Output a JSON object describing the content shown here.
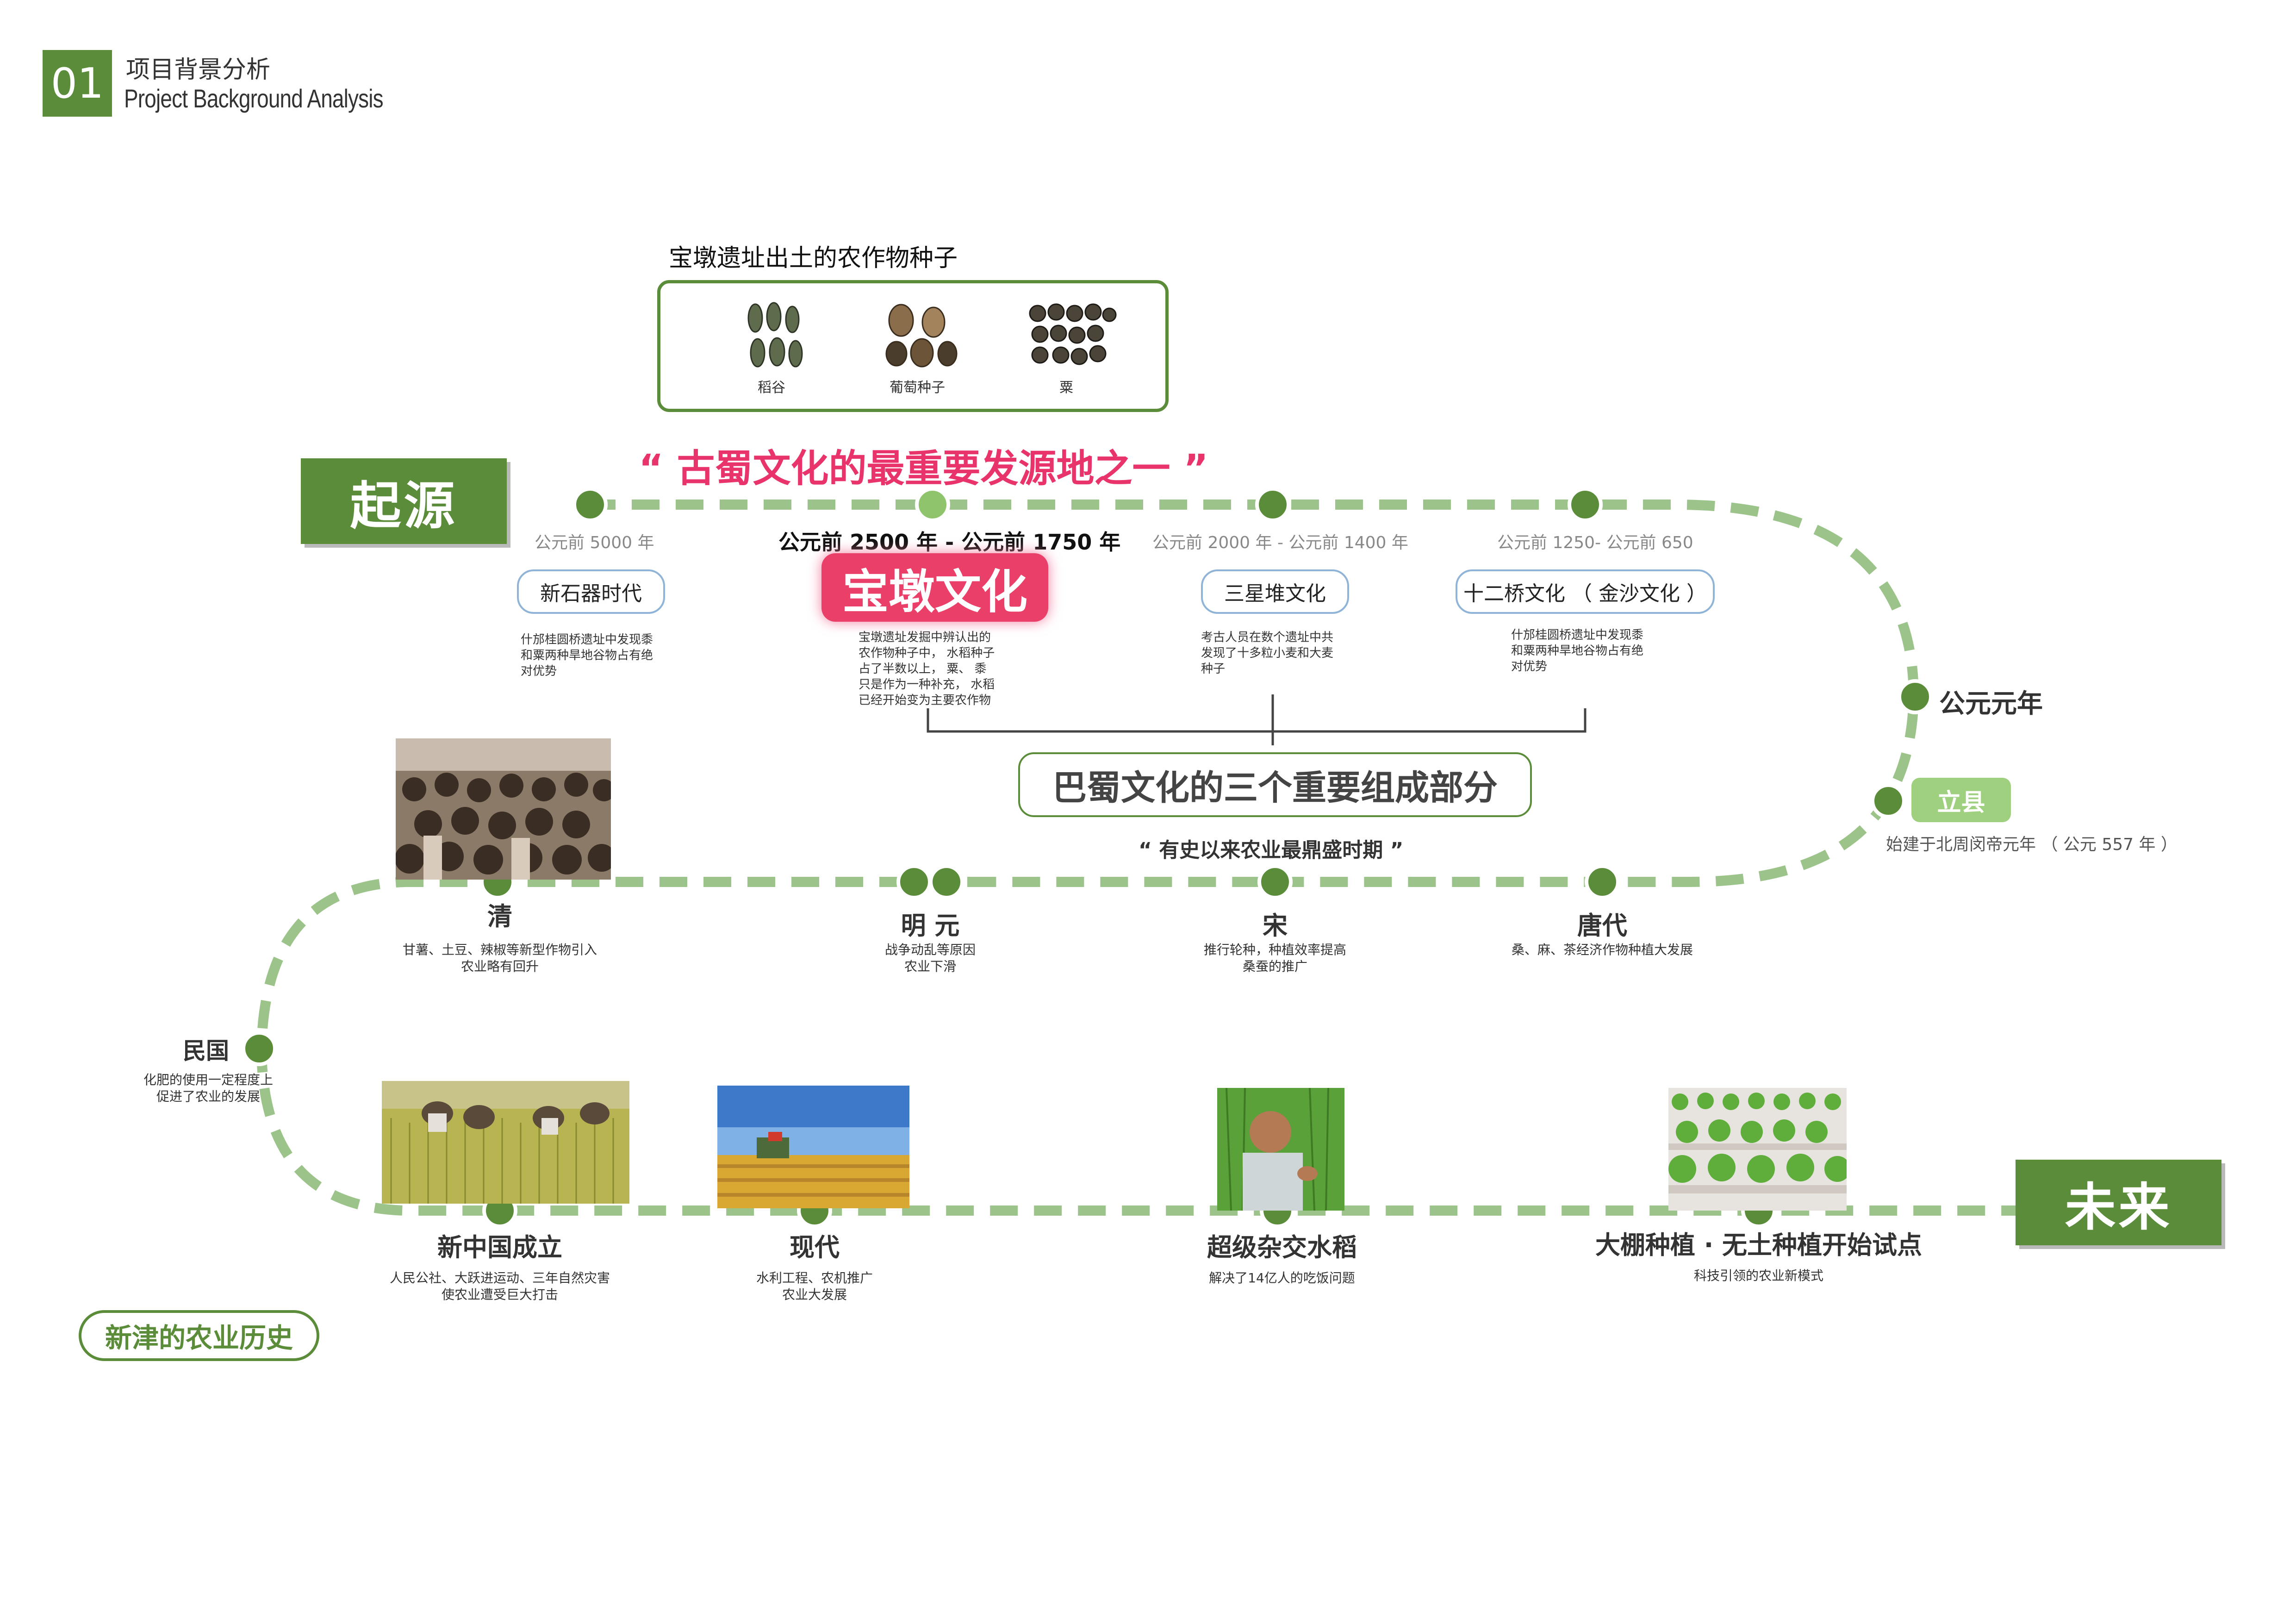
{
  "header": {
    "section_number": "01",
    "title_cn": "项目背景分析",
    "title_en": "Project Background Analysis"
  },
  "seeds": {
    "title": "宝墩遗址出土的农作物种子",
    "items": [
      {
        "label": "稻谷"
      },
      {
        "label": "葡萄种子"
      },
      {
        "label": "粟"
      }
    ]
  },
  "origin_label": "起源",
  "future_label": "未来",
  "slogan": "“ 古蜀文化的最重要发源地之一 ”",
  "eras": [
    {
      "date": "公元前 5000 年",
      "name": "新石器时代",
      "desc": [
        "什邡桂圆桥遗址中发现黍",
        "和粟两种旱地谷物占有绝",
        "对优势"
      ]
    },
    {
      "date": "公元前 2500 年 - 公元前 1750 年",
      "name": "宝墩文化",
      "desc": [
        "宝墩遗址发掘中辨认出的",
        "农作物种子中， 水稻种子",
        "占了半数以上，  粟、 黍",
        "只是作为一种补充，  水稻",
        "已经开始变为主要农作物"
      ]
    },
    {
      "date": "公元前 2000 年 - 公元前 1400 年",
      "name": "三星堆文化",
      "desc": [
        "考古人员在数个遗址中共",
        "发现了十多粒小麦和大麦",
        "种子"
      ]
    },
    {
      "date": "公元前 1250- 公元前 650",
      "name": "十二桥文化 （ 金沙文化 ）",
      "desc": [
        "什邡桂圆桥遗址中发现黍",
        "和粟两种旱地谷物占有绝",
        "对优势"
      ]
    }
  ],
  "bashu": "巴蜀文化的三个重要组成部分",
  "gongyuan": "公元元年",
  "lixian": {
    "label": "立县",
    "desc": "始建于北周闵帝元年 （ 公元 557 年 ）"
  },
  "prosper": "“ 有史以来农业最鼎盛时期 ”",
  "dynasties": [
    {
      "title": "唐代",
      "desc": [
        "桑、麻、茶经济作物种植大发展"
      ]
    },
    {
      "title": "宋",
      "desc": [
        "推行轮种，种植效率提高",
        "桑蚕的推广"
      ]
    },
    {
      "title": "明 元",
      "desc": [
        "战争动乱等原因",
        "农业下滑"
      ]
    },
    {
      "title": "清",
      "desc": [
        "甘薯、土豆、辣椒等新型作物引入",
        "农业略有回升"
      ]
    }
  ],
  "minguo": {
    "title": "民国",
    "desc": [
      "化肥的使用一定程度上",
      "促进了农业的发展"
    ]
  },
  "modern": [
    {
      "title": "新中国成立",
      "desc": [
        "人民公社、大跃进运动、三年自然灾害",
        "使农业遭受巨大打击"
      ]
    },
    {
      "title": "现代",
      "desc": [
        "水利工程、农机推广",
        "农业大发展"
      ]
    },
    {
      "title": "超级杂交水稻",
      "desc": [
        "解决了14亿人的吃饭问题"
      ]
    },
    {
      "title": "大棚种植 ·  无土种植开始试点",
      "desc": [
        "科技引领的农业新模式"
      ]
    }
  ],
  "history_label": "新津的农业历史",
  "colors": {
    "green": "#5b8c39",
    "dash": "#9cc48a",
    "pink": "#e8336b",
    "pill_border": "#8fb4d7"
  }
}
